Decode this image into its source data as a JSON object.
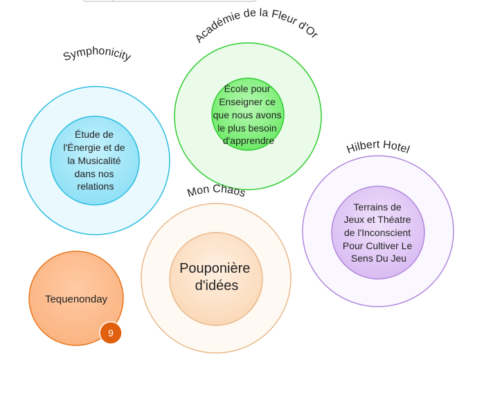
{
  "nodes": {
    "symphonicity": {
      "label": "Symphonicity",
      "lines": [
        "Étude de",
        "l'Énergie et de",
        "la Musicalité",
        "dans nos",
        "relations"
      ],
      "accent": "#2bbde0"
    },
    "academie": {
      "label": "Académie de la Fleur d'Or",
      "lines": [
        "École pour",
        "Enseigner ce",
        "que nous avons",
        "le plus besoin",
        "d'apprendre"
      ],
      "accent": "#2dcc2d"
    },
    "hilbert": {
      "label": "Hilbert Hotel",
      "lines": [
        "Terrains de",
        "Jeux et Théatre",
        "de l'Inconscient",
        "Pour Cultiver Le",
        "Sens Du Jeu"
      ],
      "accent": "#b088dd"
    },
    "chaos": {
      "label": "Mon Chaos",
      "lines": [
        "Pouponière",
        "d'idées"
      ],
      "accent": "#e8b88a"
    },
    "tequenonday": {
      "label": "Tequenonday",
      "badge": "9",
      "accent": "#e8741a"
    }
  }
}
